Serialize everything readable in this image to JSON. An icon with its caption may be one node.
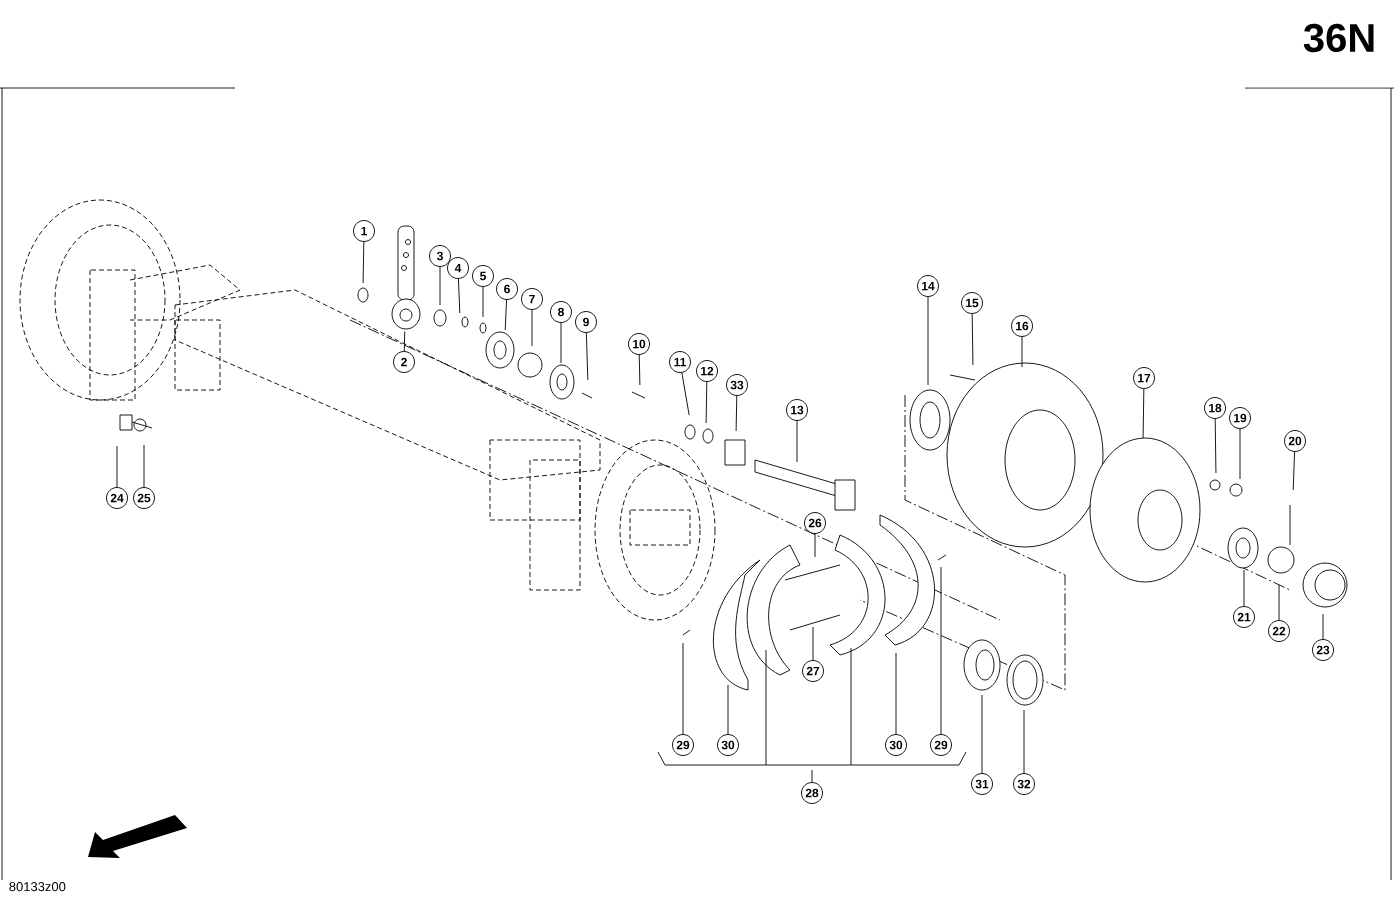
{
  "diagram": {
    "nodes": [
      {
        "text": [
          "1"
        ]
      },
      {
        "text": [
          "2"
        ]
      },
      {
        "text": [
          "3"
        ]
      },
      {
        "text": [
          "4"
        ]
      },
      {
        "text": [
          "5"
        ]
      },
      {
        "text": [
          "6"
        ]
      },
      {
        "text": [
          "7"
        ]
      },
      {
        "text": [
          "8"
        ]
      },
      {
        "text": [
          "9"
        ]
      },
      {
        "text": [
          "10"
        ]
      },
      {
        "text": [
          "11"
        ]
      },
      {
        "text": [
          "12"
        ]
      },
      {
        "text": [
          "33"
        ]
      },
      {
        "text": [
          "13"
        ]
      },
      {
        "text": [
          "14"
        ]
      },
      {
        "text": [
          "15"
        ]
      },
      {
        "text": [
          "16"
        ]
      },
      {
        "text": [
          "17"
        ]
      },
      {
        "text": [
          "18"
        ]
      },
      {
        "text": [
          "19"
        ]
      },
      {
        "text": [
          "20"
        ]
      },
      {
        "text": [
          "21"
        ]
      },
      {
        "text": [
          "22"
        ]
      },
      {
        "text": [
          "23"
        ]
      },
      {
        "text": [
          "24"
        ]
      },
      {
        "text": [
          "25"
        ]
      },
      {
        "text": [
          "26"
        ]
      },
      {
        "text": [
          "27"
        ]
      },
      {
        "text": [
          "28"
        ]
      },
      {
        "text": [
          "29"
        ]
      },
      {
        "text": [
          "30"
        ]
      },
      {
        "text": [
          "30"
        ]
      },
      {
        "text": [
          "29"
        ]
      },
      {
        "text": [
          "31"
        ]
      },
      {
        "text": [
          "32"
        ]
      },
      {
        "text": [],
        "shape": "picture"
      }
    ],
    "edges": [
      {
        "from": 0,
        "to": null,
        "arrow": "none"
      },
      {
        "from": 1,
        "to": 35,
        "arrow": "none"
      },
      {
        "from": 2,
        "to": null,
        "arrow": "none"
      },
      {
        "from": 3,
        "to": null,
        "arrow": "none"
      },
      {
        "from": 4,
        "to": null,
        "arrow": "none"
      },
      {
        "from": 5,
        "to": null,
        "arrow": "none"
      },
      {
        "from": 6,
        "to": null,
        "arrow": "none"
      },
      {
        "from": 7,
        "to": null,
        "arrow": "none"
      },
      {
        "from": 8,
        "to": null,
        "arrow": "none"
      },
      {
        "from": 9,
        "to": null,
        "arrow": "none"
      },
      {
        "from": 10,
        "to": null,
        "arrow": "none"
      },
      {
        "from": 11,
        "to": null,
        "arrow": "none"
      },
      {
        "from": 12,
        "to": null,
        "arrow": "none"
      },
      {
        "from": 13,
        "to": null,
        "arrow": "none"
      },
      {
        "from": 14,
        "to": null,
        "arrow": "none"
      },
      {
        "from": 15,
        "to": null,
        "arrow": "none"
      },
      {
        "from": 16,
        "to": null,
        "arrow": "none"
      },
      {
        "from": 17,
        "to": null,
        "arrow": "none"
      },
      {
        "from": 18,
        "to": null,
        "arrow": "none"
      },
      {
        "from": 19,
        "to": null,
        "arrow": "none"
      },
      {
        "from": 20,
        "to": null,
        "arrow": "none"
      },
      {
        "from": 21,
        "to": null,
        "arrow": "none"
      },
      {
        "from": 22,
        "to": null,
        "arrow": "none"
      },
      {
        "from": 23,
        "to": null,
        "arrow": "none"
      },
      {
        "from": 24,
        "to": null,
        "arrow": "none"
      },
      {
        "from": 25,
        "to": null,
        "arrow": "none"
      },
      {
        "from": 26,
        "to": null,
        "arrow": "none"
      },
      {
        "from": 27,
        "to": null,
        "arrow": "none"
      },
      {
        "from": 28,
        "to": null,
        "arrow": "none"
      },
      {
        "from": 29,
        "to": null,
        "arrow": "none"
      },
      {
        "from": 30,
        "to": null,
        "arrow": "none"
      },
      {
        "from": 31,
        "to": null,
        "arrow": "none"
      },
      {
        "from": 32,
        "to": null,
        "arrow": "none"
      },
      {
        "from": 33,
        "to": null,
        "arrow": "none"
      },
      {
        "from": 34,
        "to": null,
        "arrow": "none"
      }
    ],
    "labels": [
      "36N",
      "80133z00"
    ]
  }
}
